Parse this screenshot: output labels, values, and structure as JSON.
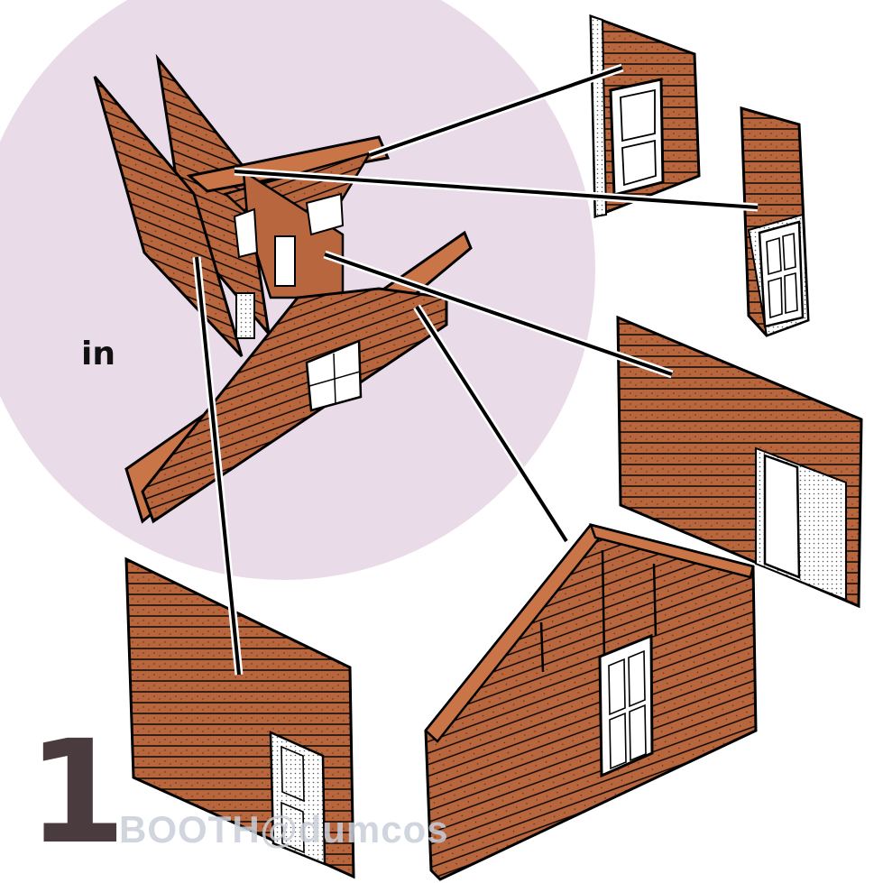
{
  "labels": {
    "in": "in",
    "step": "1",
    "watermark": "BOOTH@dumcos"
  },
  "colors": {
    "background_circle": "#e9dbe8",
    "wood": "#b8663e",
    "wood_dark": "#8a4526",
    "door": "#ffffff",
    "outline": "#000000"
  },
  "parts": [
    {
      "id": "assembly",
      "description_icon": "assembled-walls"
    },
    {
      "id": "front-wall-door",
      "description_icon": "wall-panel"
    },
    {
      "id": "partition-door",
      "description_icon": "partition-panel"
    },
    {
      "id": "back-wall-doorway",
      "description_icon": "wall-panel"
    },
    {
      "id": "left-wall-door",
      "description_icon": "wall-panel"
    },
    {
      "id": "gable-wall-door",
      "description_icon": "gable-panel"
    }
  ]
}
